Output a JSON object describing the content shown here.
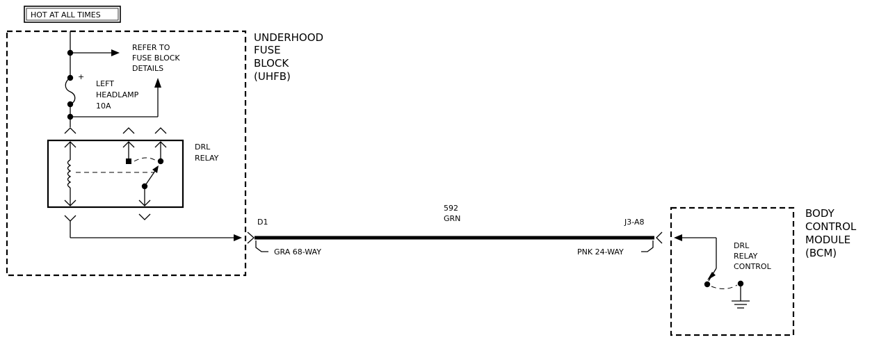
{
  "header": {
    "hot_label": "HOT AT ALL TIMES"
  },
  "uhfb": {
    "label_lines": [
      "UNDERHOOD",
      "FUSE",
      "BLOCK",
      "(UHFB)"
    ],
    "refer_lines": [
      "REFER TO",
      "FUSE BLOCK",
      "DETAILS"
    ],
    "fuse_lines": [
      "LEFT",
      "HEADLAMP",
      "10A"
    ],
    "plus": "+",
    "relay_lines": [
      "DRL",
      "RELAY"
    ]
  },
  "wire": {
    "circuit": "592",
    "color": "GRN",
    "left_pin": "D1",
    "left_connector": "GRA 68-WAY",
    "right_pin": "J3-A8",
    "right_connector": "PNK 24-WAY"
  },
  "bcm": {
    "label_lines": [
      "BODY",
      "CONTROL",
      "MODULE",
      "(BCM)"
    ],
    "control_lines": [
      "DRL",
      "RELAY",
      "CONTROL"
    ]
  }
}
